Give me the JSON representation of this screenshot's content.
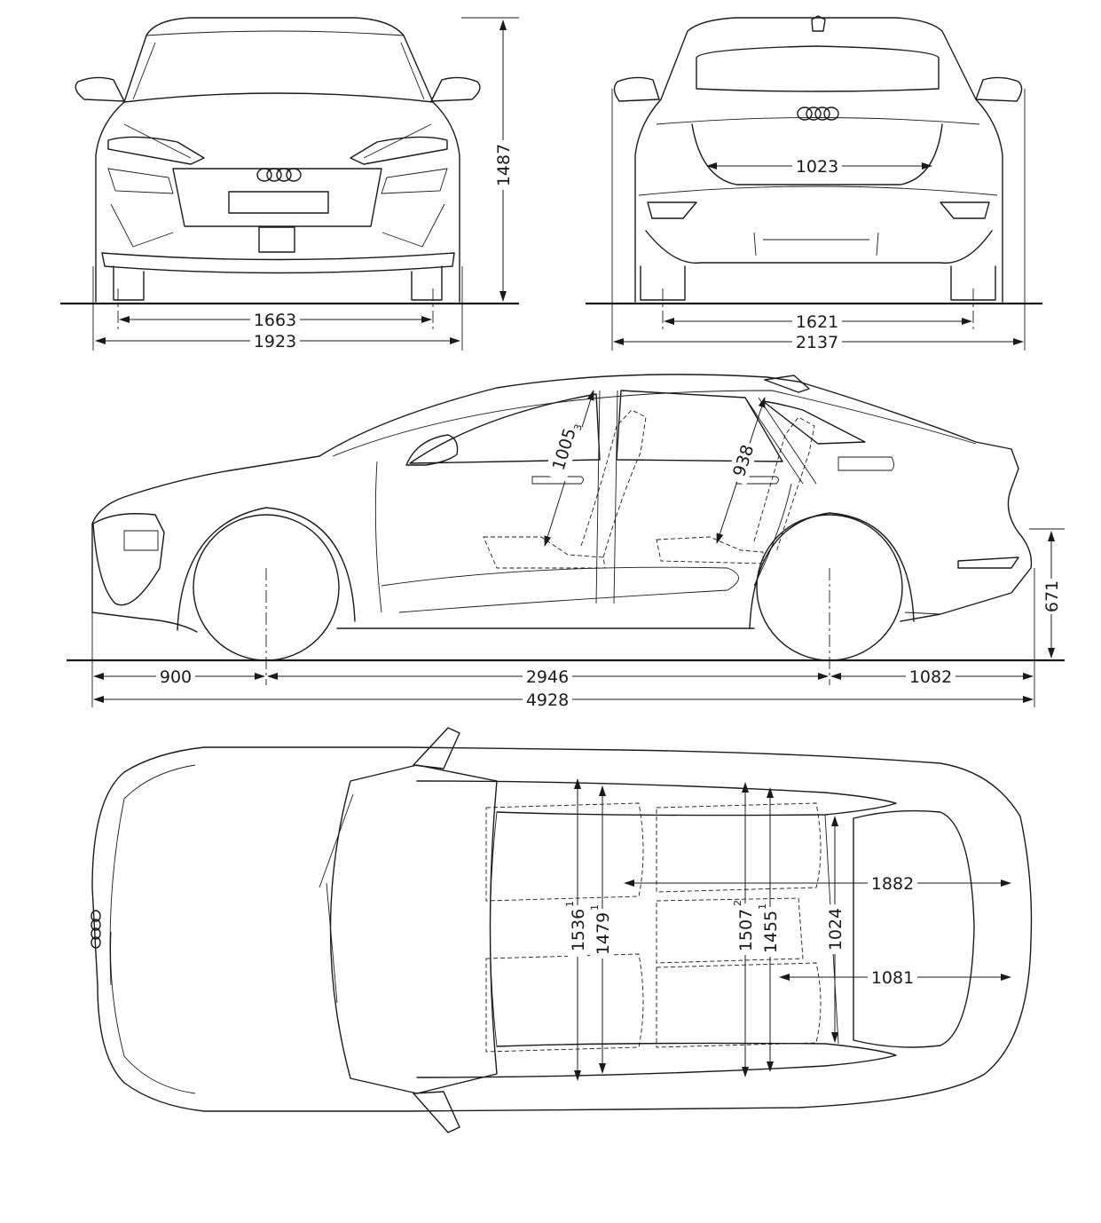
{
  "front_view": {
    "track_front": "1663",
    "width": "1923",
    "height": "1487"
  },
  "rear_view": {
    "track_rear": "1621",
    "width_mirrors": "2137",
    "trunk_opening": "1023"
  },
  "side_view": {
    "front_overhang": "900",
    "wheelbase": "2946",
    "rear_overhang": "1082",
    "length": "4928",
    "load_sill_height": "671",
    "front_headroom": "1005",
    "front_headroom_sup": "3",
    "rear_headroom": "938"
  },
  "top_view": {
    "front_shoulder": "1536",
    "front_shoulder_sup": "1",
    "front_elbow": "1479",
    "front_elbow_sup": "1",
    "rear_shoulder": "1507",
    "rear_shoulder_sup": "2",
    "rear_elbow": "1455",
    "rear_elbow_sup": "1",
    "trunk_width": "1024",
    "load_length_seats_folded": "1882",
    "load_length": "1081"
  },
  "colors": {
    "line": "#1a1a1a",
    "background": "#ffffff"
  }
}
